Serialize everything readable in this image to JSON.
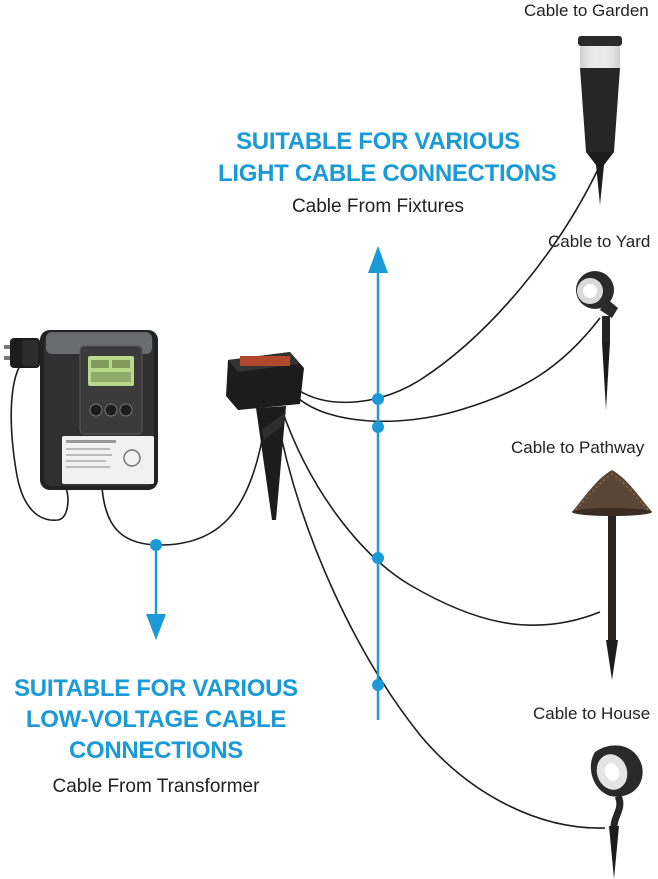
{
  "fixtures_heading": {
    "line1": "SUITABLE FOR VARIOUS",
    "line2": "LIGHT CABLE CONNECTIONS",
    "sub": "Cable From Fixtures"
  },
  "transformer_heading": {
    "line1": "SUITABLE FOR VARIOUS",
    "line2": "LOW-VOLTAGE CABLE",
    "line3": "CONNECTIONS",
    "sub": "Cable From Transformer"
  },
  "labels": {
    "garden": "Cable to Garden",
    "yard": "Cable to Yard",
    "pathway": "Cable to Pathway",
    "house": "Cable to House"
  },
  "colors": {
    "accent": "#1a9ad6",
    "cable": "#1e1e1e",
    "device": "#2a2a2a",
    "lcd": "#b9d98a"
  },
  "icons": [
    "power-plug-icon",
    "transformer-icon",
    "junction-box-icon",
    "bollard-light-icon",
    "spot-light-icon",
    "path-light-icon",
    "flood-light-icon"
  ]
}
